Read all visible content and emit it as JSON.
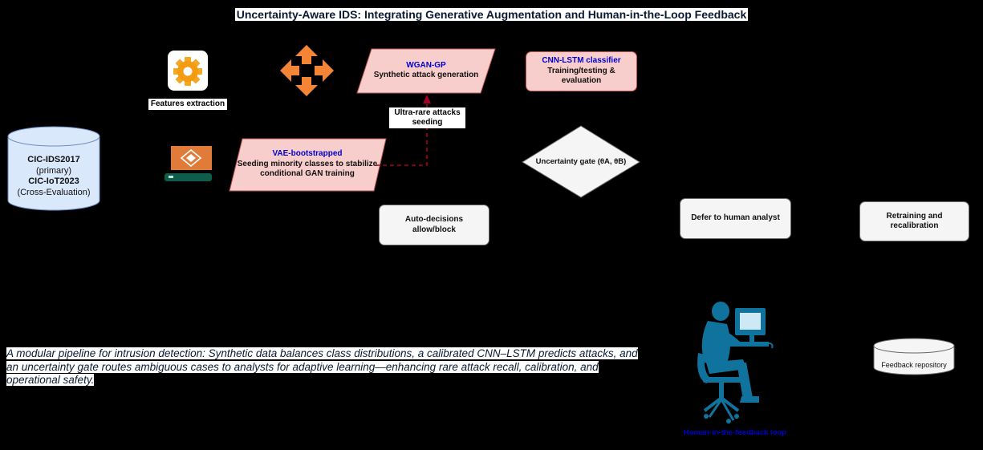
{
  "title": "Uncertainty-Aware IDS: Integrating Generative Augmentation and Human-in-the-Loop Feedback",
  "dataset": {
    "line1": "CIC-IDS2017",
    "line2": "(primary)",
    "line3": "CIC-IoT2023",
    "line4": "(Cross-Evaluation)"
  },
  "features_label": "Features extraction",
  "wgan": {
    "title": "WGAN-GP",
    "subtitle": "Synthetic attack generation"
  },
  "cnn": {
    "title": "CNN-LSTM classifier",
    "line1": "Training/testing &",
    "line2": "evaluation"
  },
  "vae": {
    "title": "VAE-bootstrapped",
    "line1": "Seeding minority classes to stabilize",
    "line2": "conditional GAN training"
  },
  "ultra": {
    "line1": "Ultra-rare attacks",
    "line2": "seeding"
  },
  "gate": "Uncertainty gate (θA, θB)",
  "auto": {
    "line1": "Auto-decisions",
    "line2": "allow/block"
  },
  "defer": "Defer to human analyst",
  "retrain": {
    "line1": "Retraining and",
    "line2": "recalibration"
  },
  "feedback_repo": "Feedback repository",
  "human_loop": "Human-in-the-feedback loop",
  "caption": "A modular pipeline for intrusion detection: Synthetic data balances class distributions, a calibrated CNN–LSTM predicts attacks, and an uncertainty gate routes ambiguous cases to analysts for adaptive learning—enhancing rare attack recall, calibration, and operational safety.",
  "colors": {
    "background": "#000000",
    "pink_fill": "#f8cecc",
    "pink_stroke": "#b85450",
    "blue_text": "#0000cc",
    "orange": "#f58536",
    "analyst_blue": "#10739e",
    "link_red": "#a20025"
  },
  "icons": [
    "gear-icon",
    "split-arrows-icon",
    "server-icon",
    "analyst-icon"
  ]
}
